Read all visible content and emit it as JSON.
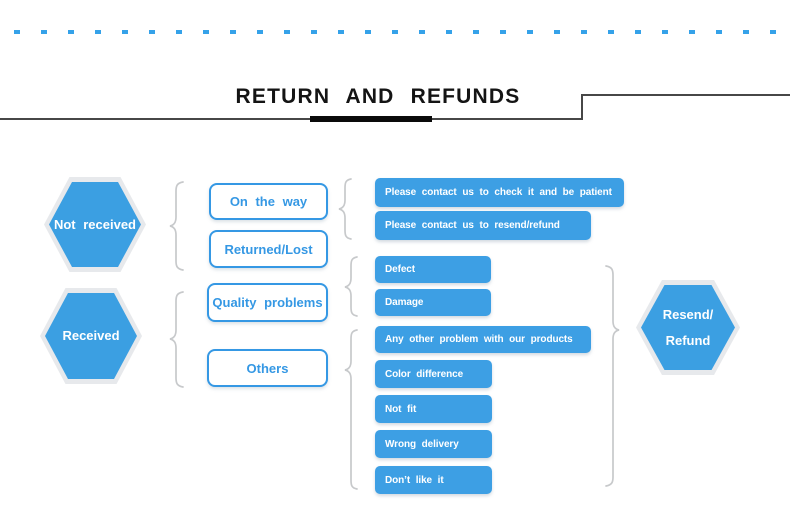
{
  "title": "RETURN AND REFUNDS",
  "colors": {
    "accent_blue": "#3d9fe4",
    "outline_blue": "#3598e4",
    "dashed_line_blue": "#35a2e9",
    "brace_gray": "#c7c9cb",
    "rule_dark": "#474747",
    "title_black": "#141414"
  },
  "status_hexagons": [
    {
      "label": "Not received"
    },
    {
      "label": "Received"
    }
  ],
  "result_hexagon": {
    "line1": "Resend/",
    "line2": "Refund"
  },
  "categories": [
    {
      "label": "On the way"
    },
    {
      "label": "Returned/Lost"
    },
    {
      "label": "Quality problems"
    },
    {
      "label": "Others"
    }
  ],
  "reasons": [
    {
      "label": "Please contact us to check it and be patient"
    },
    {
      "label": "Please contact us to resend/refund"
    },
    {
      "label": "Defect"
    },
    {
      "label": "Damage"
    },
    {
      "label": "Any other problem with our products"
    },
    {
      "label": "Color difference"
    },
    {
      "label": "Not fit"
    },
    {
      "label": "Wrong delivery"
    },
    {
      "label": "Don’t like it"
    }
  ]
}
